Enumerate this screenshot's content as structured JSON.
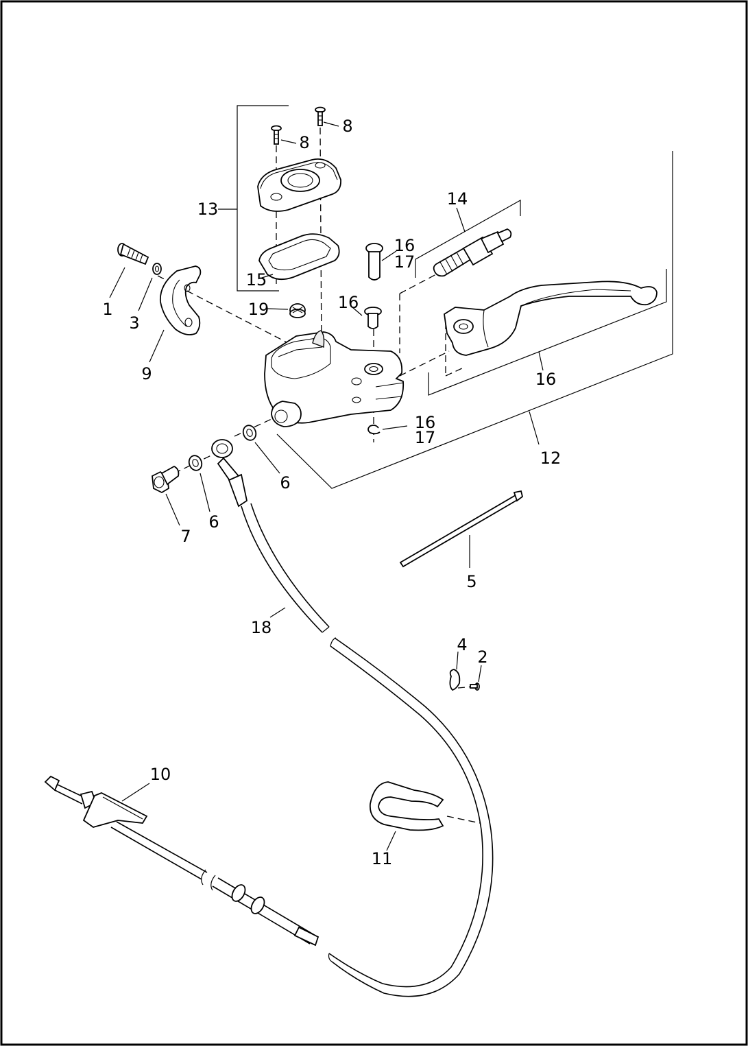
{
  "callouts": {
    "c1": "1",
    "c2": "2",
    "c3": "3",
    "c4": "4",
    "c5": "5",
    "c6a": "6",
    "c6b": "6",
    "c7": "7",
    "c8a": "8",
    "c8b": "8",
    "c9": "9",
    "c10": "10",
    "c11": "11",
    "c12": "12",
    "c13": "13",
    "c14": "14",
    "c15": "15",
    "c16a": "16",
    "c17a": "17",
    "c16b": "16",
    "c16c": "16",
    "c16d": "16",
    "c17d": "17",
    "c18": "18",
    "c19": "19"
  }
}
